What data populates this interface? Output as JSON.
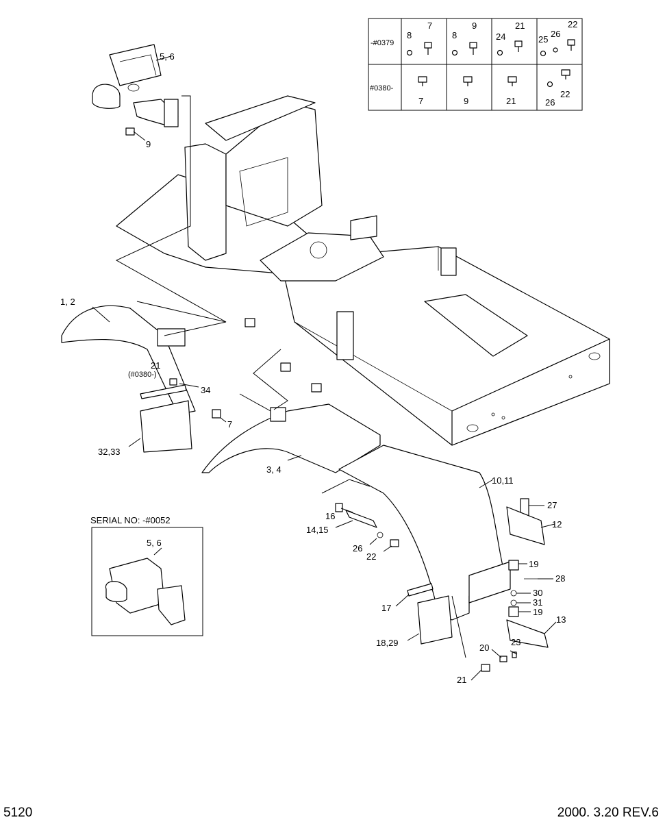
{
  "inset_serial": "SERIAL NO: -#0052",
  "footer": {
    "page": "5120",
    "date_rev": "2000. 3.20  REV.6"
  },
  "table": {
    "row1_label": "-#0379",
    "row2_label": "#0380-",
    "row1": [
      [
        "8",
        "7"
      ],
      [
        "8",
        "9"
      ],
      [
        "24",
        "21"
      ],
      [
        "25",
        "26",
        "22"
      ]
    ],
    "row2": [
      [
        "7"
      ],
      [
        "9"
      ],
      [
        "21"
      ],
      [
        "26",
        "22"
      ]
    ]
  },
  "callouts": {
    "c_5_6_top": "5, 6",
    "c_9_top": "9",
    "c_1_2": "1, 2",
    "c_21_left": "21",
    "c_0380": "(#0380-)",
    "c_34": "34",
    "c_7": "7",
    "c_32_33": "32,33",
    "c_3_4": "3, 4",
    "c_10_11": "10,11",
    "c_27": "27",
    "c_12": "12",
    "c_16": "16",
    "c_14_15": "14,15",
    "c_19a": "19",
    "c_28": "28",
    "c_26": "26",
    "c_22": "22",
    "c_30": "30",
    "c_31": "31",
    "c_19b": "19",
    "c_17": "17",
    "c_13": "13",
    "c_18_29": "18,29",
    "c_23": "23",
    "c_20": "20",
    "c_21_bottom": "21",
    "c_5_6_inset": "5, 6"
  }
}
